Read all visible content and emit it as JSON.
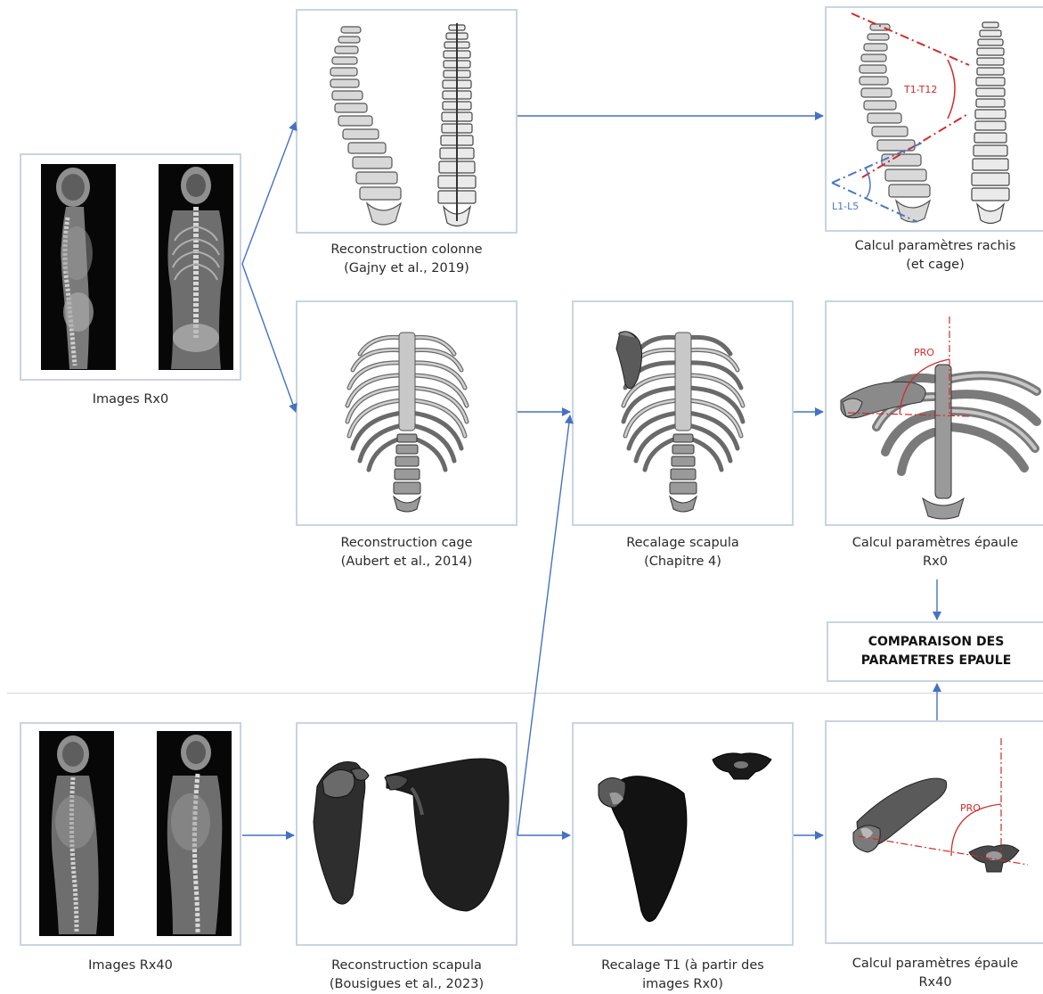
{
  "captions": {
    "images_rx0": "Images Rx0",
    "images_rx40": "Images Rx40",
    "reconstruction_colonne": [
      "Reconstruction colonne",
      "(Gajny et al., 2019)"
    ],
    "reconstruction_cage": [
      "Reconstruction cage",
      "(Aubert et al., 2014)"
    ],
    "reconstruction_scapula": [
      "Reconstruction scapula",
      "(Bousigues et al., 2023)"
    ],
    "recalage_scapula": [
      "Recalage scapula",
      "(Chapitre 4)"
    ],
    "recalage_t1": [
      "Recalage T1 (à partir des",
      "images Rx0)"
    ],
    "calcul_rachis": [
      "Calcul paramètres rachis",
      "(et cage)"
    ],
    "calcul_epaule_rx0": [
      "Calcul paramètres épaule",
      "Rx0"
    ],
    "calcul_epaule_rx40": [
      "Calcul paramètres épaule",
      "Rx40"
    ]
  },
  "comparison": [
    "COMPARAISON DES",
    "PARAMETRES EPAULE"
  ],
  "annotations": {
    "t1_t12": "T1-T12",
    "l1_l5": "L1-L5",
    "pro_rx0": "PRO",
    "pro_rx40": "PRO"
  },
  "colors": {
    "arrow": "#4472c4",
    "box_border": "#c9d4e4",
    "red_annotation": "#d42a2a",
    "blue_annotation": "#4a78c0",
    "separator": "#d6d6d6"
  }
}
